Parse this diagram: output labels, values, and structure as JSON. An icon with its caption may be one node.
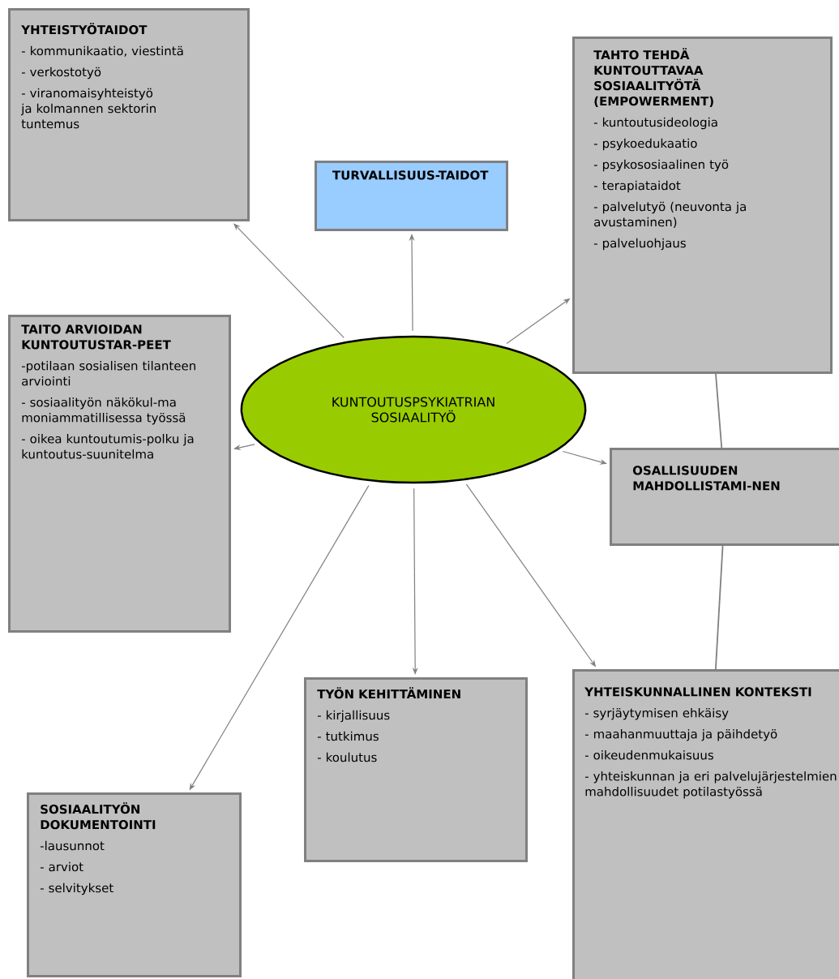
{
  "diagram": {
    "nodes": [
      {
        "text": [
          "KUNTOUTUSPSYKIATRIAN SOSIAALITYÖ"
        ]
      },
      {
        "text": [
          "YHTEISTYÖTAIDOT",
          "- kommunikaatio, viestintä",
          "- verkostotyö",
          "- viranomaisyhteistyö ja kolmannen sektorin tuntemus"
        ]
      },
      {
        "text": [
          "TURVALLISUUS-TAIDOT"
        ]
      },
      {
        "text": [
          "TAHTO TEHDÄ KUNTOUTTAVAA SOSIAALITYÖTÄ (EMPOWERMENT)",
          "- kuntoutusideologia",
          "- psykoedukaatio",
          "- psykososiaalinen työ",
          "- terapiataidot",
          "- palvelutyö (neuvonta ja avustaminen)",
          "- palveluohjaus"
        ]
      },
      {
        "text": [
          "TAITO ARVIOIDAN KUNTOUTUSTAR-PEET",
          "-potilaan sosialisen tilanteen arviointi",
          "- sosiaalityön näkökul-ma moniammatillisessa työssä",
          "- oikea kuntoutumis-polku ja kuntoutus-suunitelma"
        ]
      },
      {
        "text": [
          "OSALLISUUDEN MAHDOLLISTAMI-NEN"
        ]
      },
      {
        "text": [
          "TYÖN KEHITTÄMINEN",
          "- kirjallisuus",
          "- tutkimus",
          "- koulutus"
        ]
      },
      {
        "text": [
          "SOSIAALITYÖN DOKUMENTOINTI",
          "-lausunnot",
          "- arviot",
          "- selvitykset"
        ]
      },
      {
        "text": [
          "YHTEISKUNNALLINEN KONTEKSTI",
          "- syrjäytymisen ehkäisy",
          "- maahanmuuttaja ja päihdetyö",
          "- oikeudenmukaisuus",
          "- yhteiskunnan ja eri palvelujärjestelmien mahdollisuudet potilastyössä"
        ]
      }
    ],
    "edges": [
      {
        "from": 0,
        "to": 1,
        "arrow": "to"
      },
      {
        "from": 0,
        "to": 2,
        "arrow": "to"
      },
      {
        "from": 0,
        "to": 3,
        "arrow": "to"
      },
      {
        "from": 0,
        "to": 4,
        "arrow": "to"
      },
      {
        "from": 0,
        "to": 5,
        "arrow": "to"
      },
      {
        "from": 0,
        "to": 6,
        "arrow": "to"
      },
      {
        "from": 0,
        "to": 7,
        "arrow": "to"
      },
      {
        "from": 0,
        "to": 8,
        "arrow": "to"
      },
      {
        "from": 3,
        "to": 5,
        "arrow": "none"
      },
      {
        "from": 5,
        "to": 8,
        "arrow": "none"
      }
    ]
  }
}
